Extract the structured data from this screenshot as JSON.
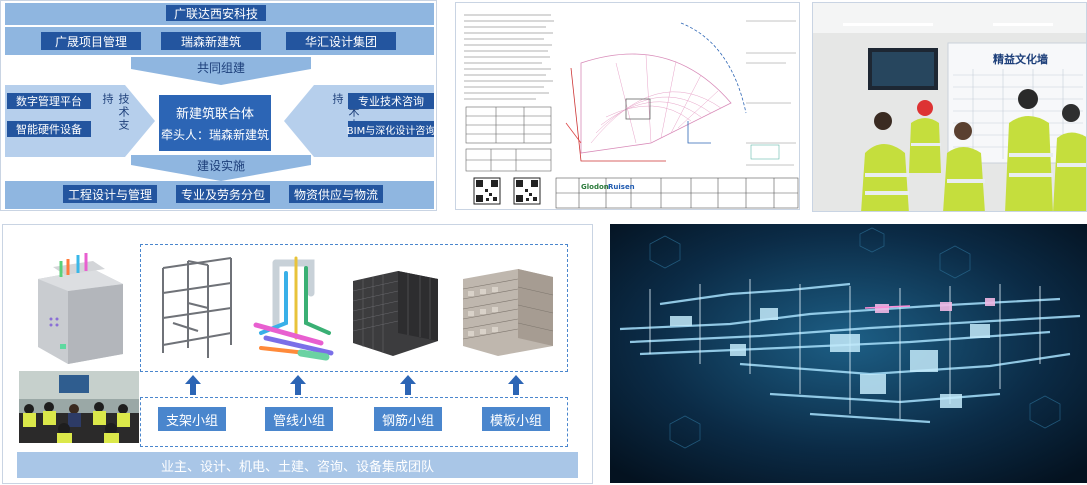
{
  "diagram1": {
    "top_title": "广联达西安科技",
    "members": [
      "广晟项目管理",
      "瑞森新建筑",
      "华汇设计集团"
    ],
    "arrow_top": "共同组建",
    "center_line1": "新建筑联合体",
    "center_line2": "牵头人：瑞森新建筑",
    "left_items": [
      "数字管理平台",
      "智能硬件设备"
    ],
    "left_support": "技术支持",
    "right_items": [
      "专业技术咨询",
      "BIM与深化设计咨询"
    ],
    "right_support": "技术支持",
    "arrow_bottom": "建设实施",
    "bottom_items": [
      "工程设计与管理",
      "专业及劳务分包",
      "物资供应与物流"
    ]
  },
  "diagram2": {
    "groups": [
      "支架小组",
      "管线小组",
      "钢筋小组",
      "模板小组"
    ],
    "bottom_bar": "业主、设计、机电、土建、咨询、设备集成团队"
  },
  "drawing": {
    "logos": [
      "Glodon",
      "Ruisen"
    ]
  },
  "wall_text": "精益文化墙"
}
